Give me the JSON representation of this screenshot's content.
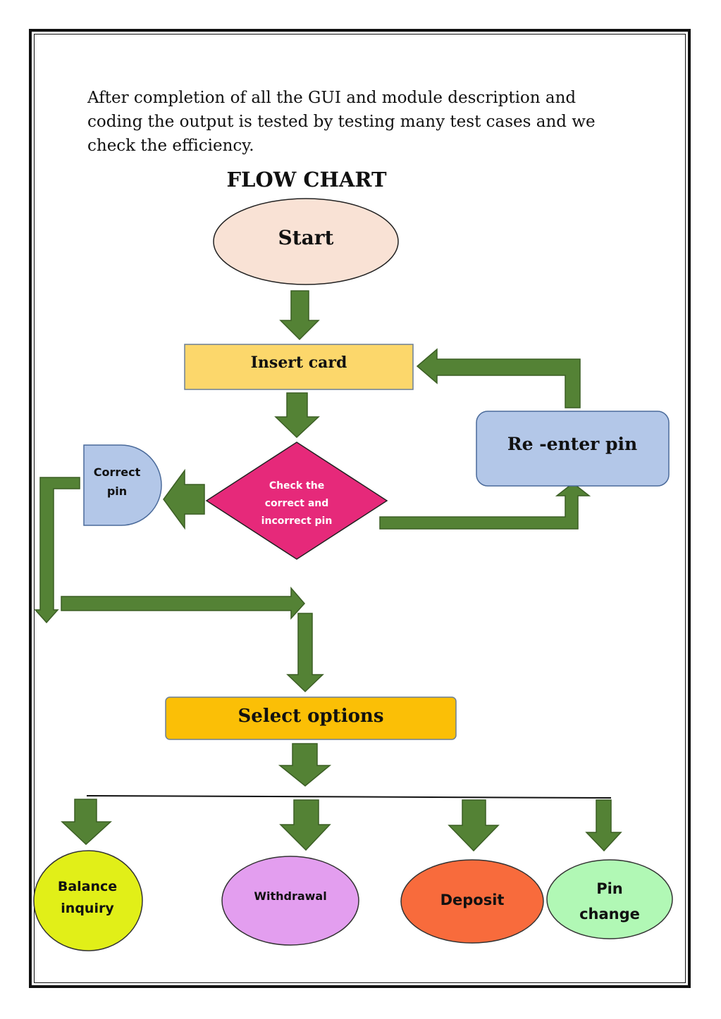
{
  "intro_text": "After completion of all the GUI and module description and coding the output is tested by testing many test cases and we check the efficiency.",
  "heading": "FLOW CHART",
  "nodes": {
    "start": {
      "label": "Start",
      "fill": "#f9e2d5"
    },
    "insert_card": {
      "label": "Insert card",
      "fill": "#fcd76b"
    },
    "check_pin": {
      "lines": [
        "Check the",
        "correct and",
        "incorrect pin"
      ],
      "fill": "#e6297a"
    },
    "correct_pin": {
      "lines": [
        "Correct",
        "pin"
      ],
      "fill": "#b3c7e8"
    },
    "reenter_pin": {
      "label": "Re -enter pin",
      "fill": "#b3c7e8"
    },
    "select_options": {
      "label": "Select options",
      "fill": "#fbbf06"
    },
    "balance_inquiry": {
      "lines": [
        "Balance",
        "inquiry"
      ],
      "fill": "#e1ef18"
    },
    "withdrawal": {
      "label": "Withdrawal",
      "fill": "#e39eef"
    },
    "deposit": {
      "label": "Deposit",
      "fill": "#f86b3c"
    },
    "pin_change": {
      "lines": [
        "Pin",
        "change"
      ],
      "fill": "#b1f8b5"
    }
  },
  "colors": {
    "arrow_fill": "#548235",
    "arrow_stroke": "#3b5e24",
    "outline": "#333333"
  }
}
